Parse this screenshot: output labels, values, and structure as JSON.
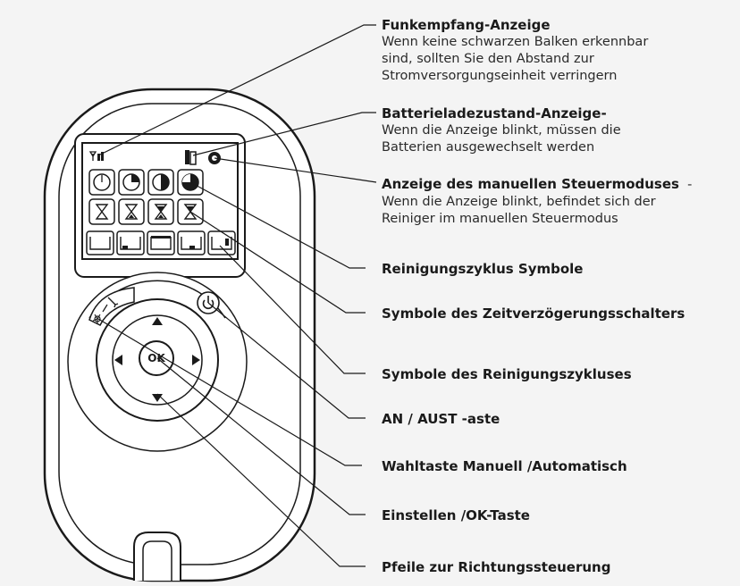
{
  "device": {
    "ok_label": "OK"
  },
  "callouts": [
    {
      "title": "Funkempfang-Anzeige",
      "desc_lines": [
        "Wenn keine schwarzen Balken erkennbar",
        "sind, sollten Sie den Abstand zur",
        "Stromversorgungseinheit verringern"
      ]
    },
    {
      "title": "Batterieladezustand-Anzeige-",
      "desc_lines": [
        "Wenn die Anzeige blinkt, müssen die",
        "Batterien ausgewechselt werden"
      ]
    },
    {
      "title": "Anzeige des manuellen Steuermoduses",
      "title_suffix": "  -",
      "desc_lines": [
        "Wenn die Anzeige blinkt, befindet sich der",
        "Reiniger im manuellen Steuermodus"
      ]
    },
    {
      "title": "Reinigungszyklus Symbole"
    },
    {
      "title": "Symbole des Zeitverzögerungsschalters"
    },
    {
      "title": "Symbole des Reinigungszykluses"
    },
    {
      "title": "AN / AUST -aste"
    },
    {
      "title": "Wahltaste Manuell /Automatisch"
    },
    {
      "title": "Einstellen /OK-Taste"
    },
    {
      "title": "Pfeile zur Richtungssteuerung"
    }
  ],
  "colors": {
    "line": "#1a1a1a",
    "device_fill": "#ffffff",
    "background": "#f4f4f4"
  }
}
